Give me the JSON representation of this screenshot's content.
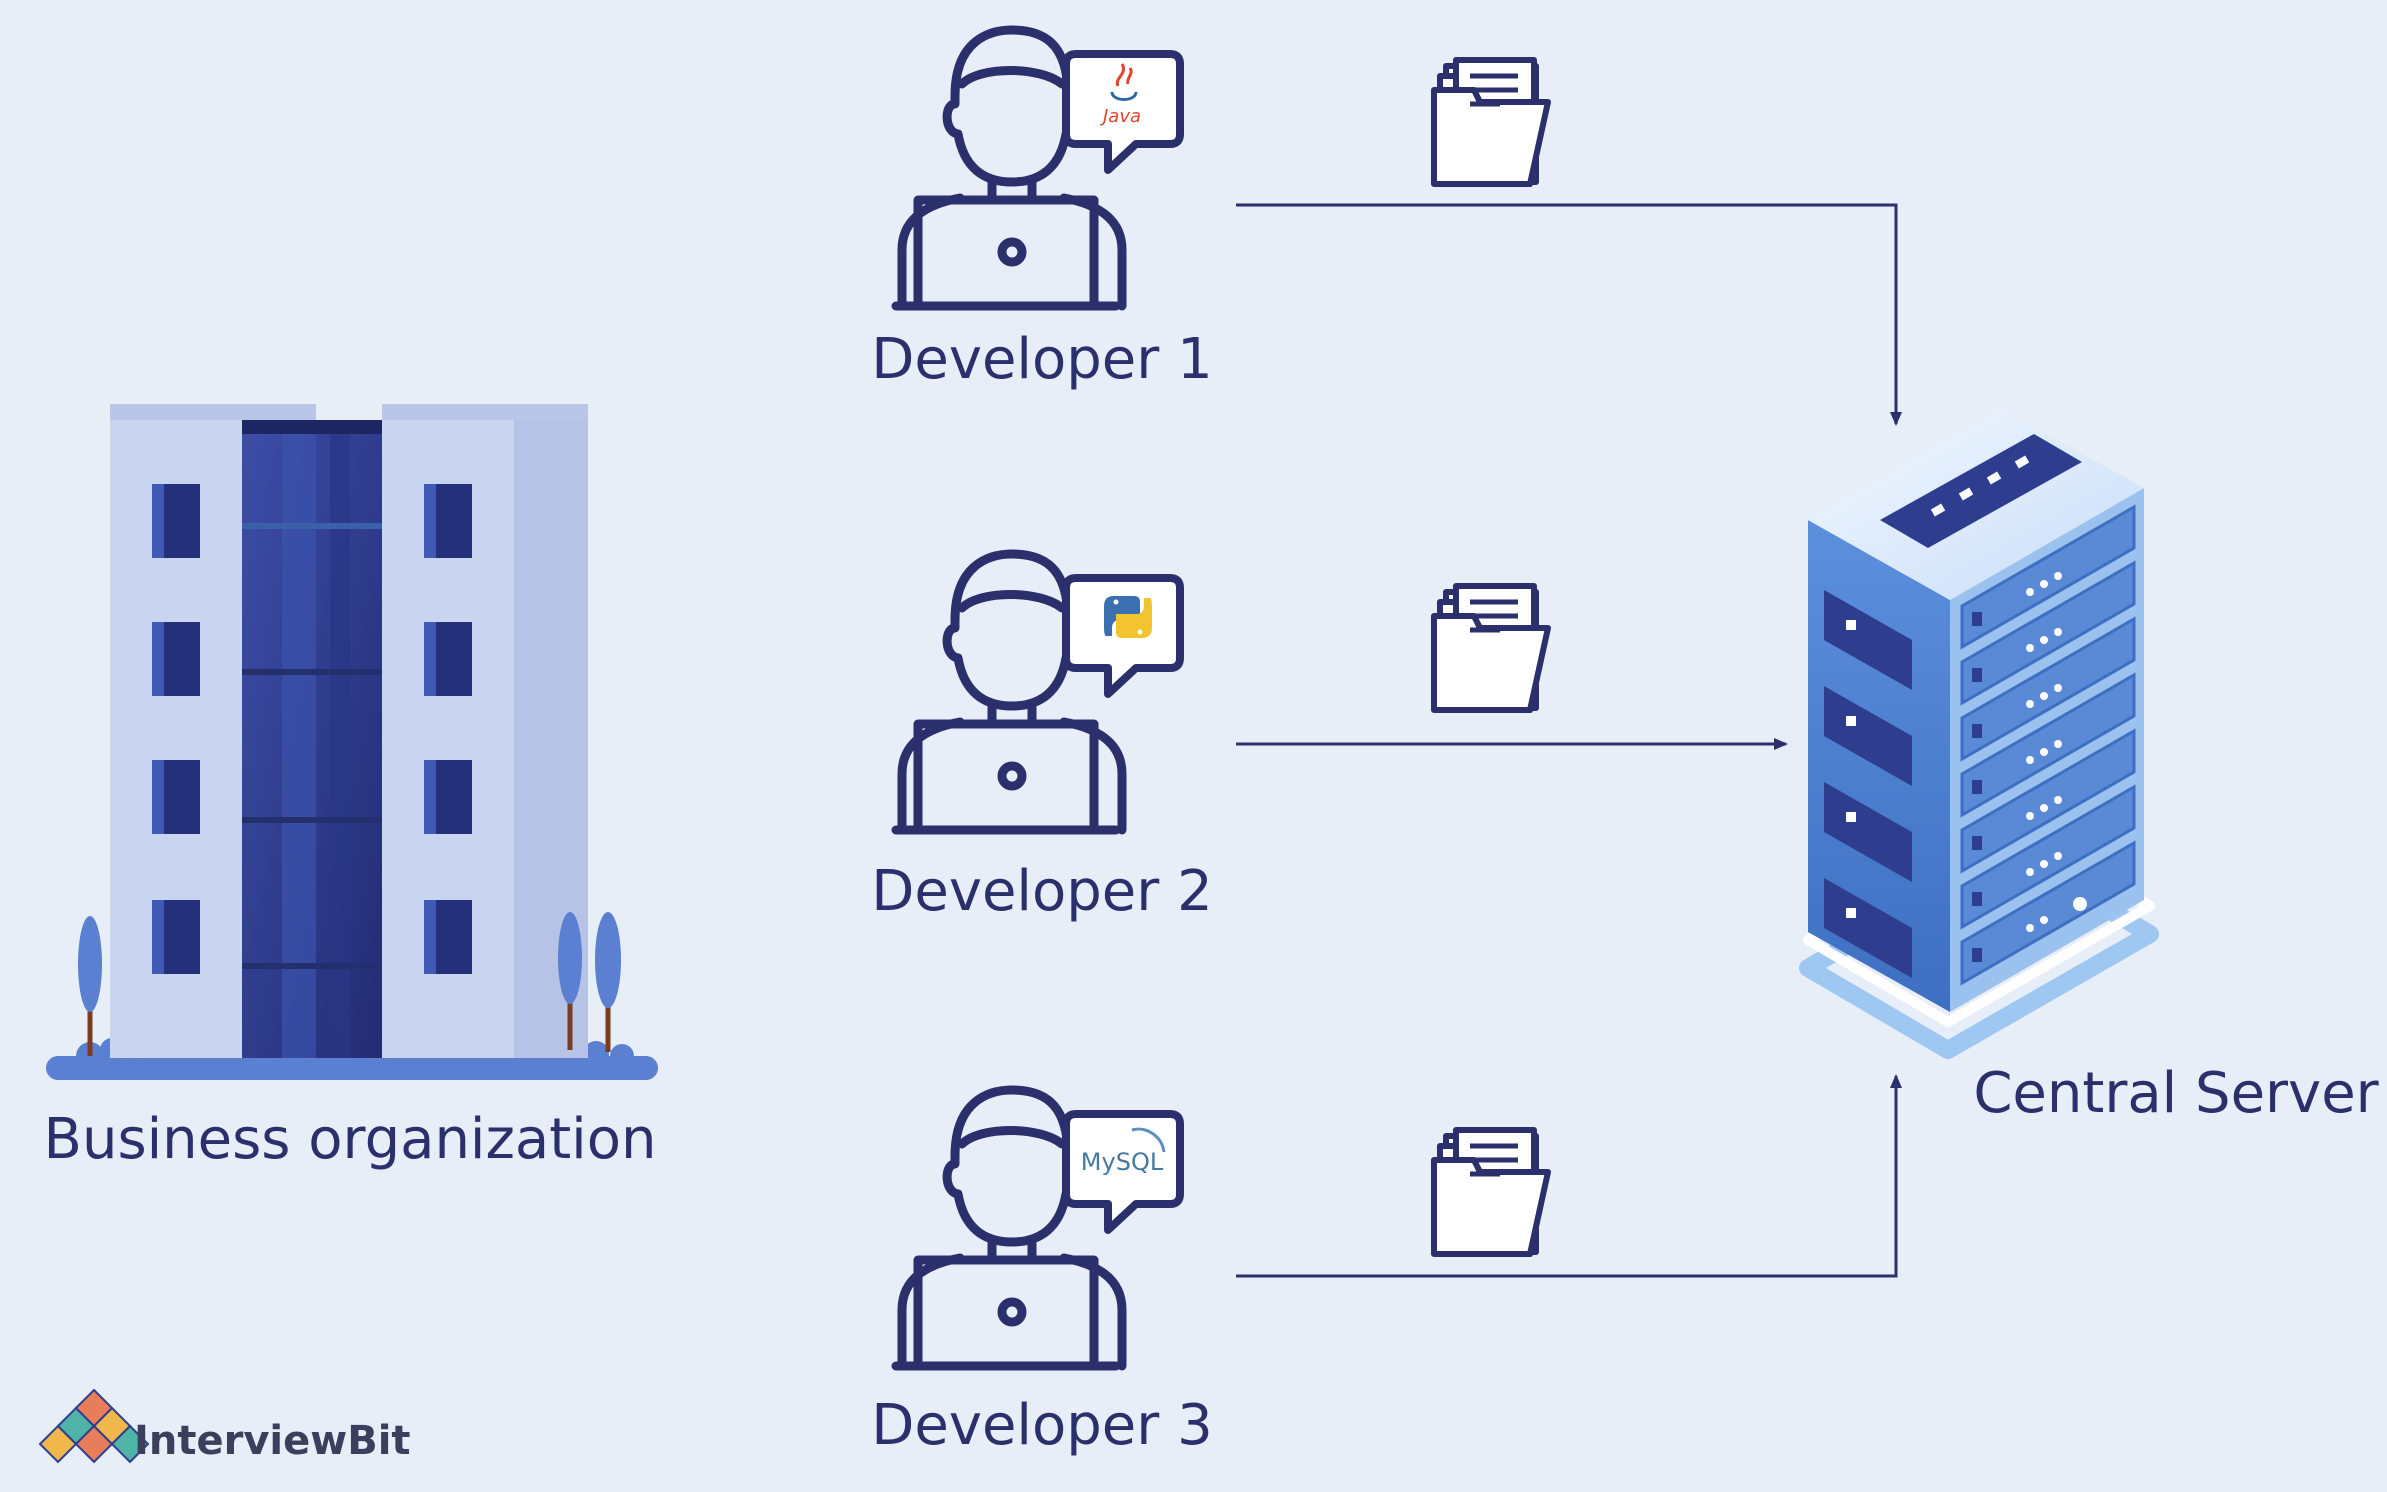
{
  "labels": {
    "business": "Business organization",
    "developer_1": "Developer 1",
    "developer_2": "Developer 2",
    "developer_3": "Developer 3",
    "server": "Central Server"
  },
  "speech_bubbles": {
    "java": "Java",
    "mysql": "MySQL"
  },
  "brand": {
    "name": "InterviewBit"
  },
  "icons": {
    "building": "office-building-icon",
    "developer": "developer-laptop-icon",
    "files": "file-folder-icon",
    "server": "server-rack-icon",
    "logo": "interviewbit-logo-icon"
  },
  "colors": {
    "background": "#e8eef8",
    "outline": "#2b2f6b",
    "building_light": "#c7d3ee",
    "building_dark": "#2f3d8f",
    "server_blue": "#4f83d1",
    "server_light": "#9ec7f2"
  }
}
